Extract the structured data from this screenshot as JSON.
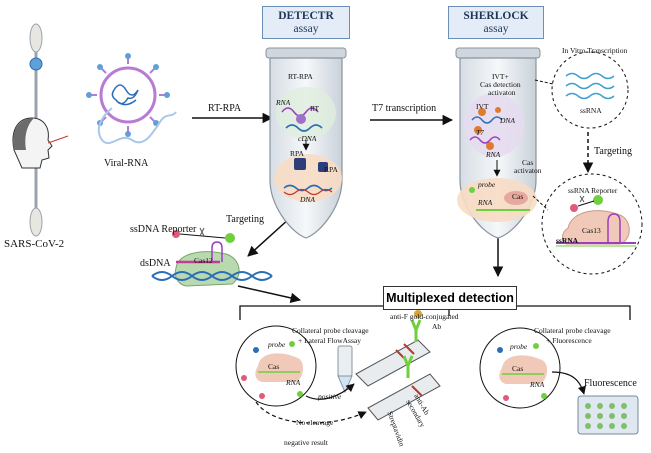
{
  "assays": {
    "detectr": {
      "title": "DETECTR",
      "subtitle": "assay"
    },
    "sherlock": {
      "title": "SHERLOCK",
      "subtitle": "assay"
    }
  },
  "left": {
    "virus_label": "SARS-CoV-2",
    "viral_rna_label": "Viral-RNA",
    "rt_rpa_arrow_label": "RT-RPA"
  },
  "detectr_tube": {
    "rt_rpa": "RT-RPA",
    "rna": "RNA",
    "rt": "RT",
    "cdna": "cDNA",
    "rpa_1": "RPA",
    "rpa_2": "RPA",
    "dna": "DNA"
  },
  "middle": {
    "t7_label": "T7 transcription"
  },
  "sherlock_tube": {
    "ivt_cas_line1": "IVT+",
    "ivt_cas_line2": "Cas detection",
    "ivt_cas_line3": "activaton",
    "ivt": "IVT",
    "dna": "DNA",
    "t7": "T7",
    "rna_top": "RNA",
    "cas_activation_line1": "Cas",
    "cas_activation_line2": "activaton",
    "probe": "probe",
    "cas": "Cas",
    "rna_bottom": "RNA"
  },
  "ivt_circle": {
    "title": "In Vitro Transcription",
    "ssrna": "ssRNA"
  },
  "targeting_right": "Targeting",
  "cas13_circle": {
    "reporter": "ssRNA Reporter",
    "enzyme": "Cas13",
    "ssrna": "ssRNA"
  },
  "cas12_panel": {
    "reporter": "ssDNA Reporter",
    "targeting": "Targeting",
    "dsdna": "dsDNA",
    "enzyme": "Cas12"
  },
  "multiplexed": "Multiplexed detection",
  "lfa": {
    "collateral_line1": "Collateral probe cleavage",
    "collateral_line2": "+ Lateral FlowAssay",
    "probe": "probe",
    "cas": "Cas",
    "rna": "RNA",
    "positive": "positive",
    "no_cleavage": "No cleavage",
    "negative_result": "negative result",
    "antibody_line1": "anti-F gold-conjugated",
    "antibody_line2": "Ab",
    "secondary_line1": "anti-Ab",
    "secondary_line2": "secondary",
    "streptavidin": "Streptavidin"
  },
  "fluor": {
    "collateral_line1": "Collateral probe cleavage",
    "collateral_line2": "+ Fluorescence",
    "probe": "probe",
    "cas": "Cas",
    "rna": "RNA",
    "result": "Fluorescence"
  },
  "colors": {
    "assay_box_fill": "#e4ecf7",
    "assay_box_border": "#6b8fb8",
    "cas_protein": "#f0c9b8",
    "cas12_protein": "#b9d9b0",
    "dna_blue": "#2a6fb5",
    "rna_purple": "#9b3fbf",
    "green_reporter": "#6fcf3c",
    "tube_fill": "#e9eef3"
  }
}
